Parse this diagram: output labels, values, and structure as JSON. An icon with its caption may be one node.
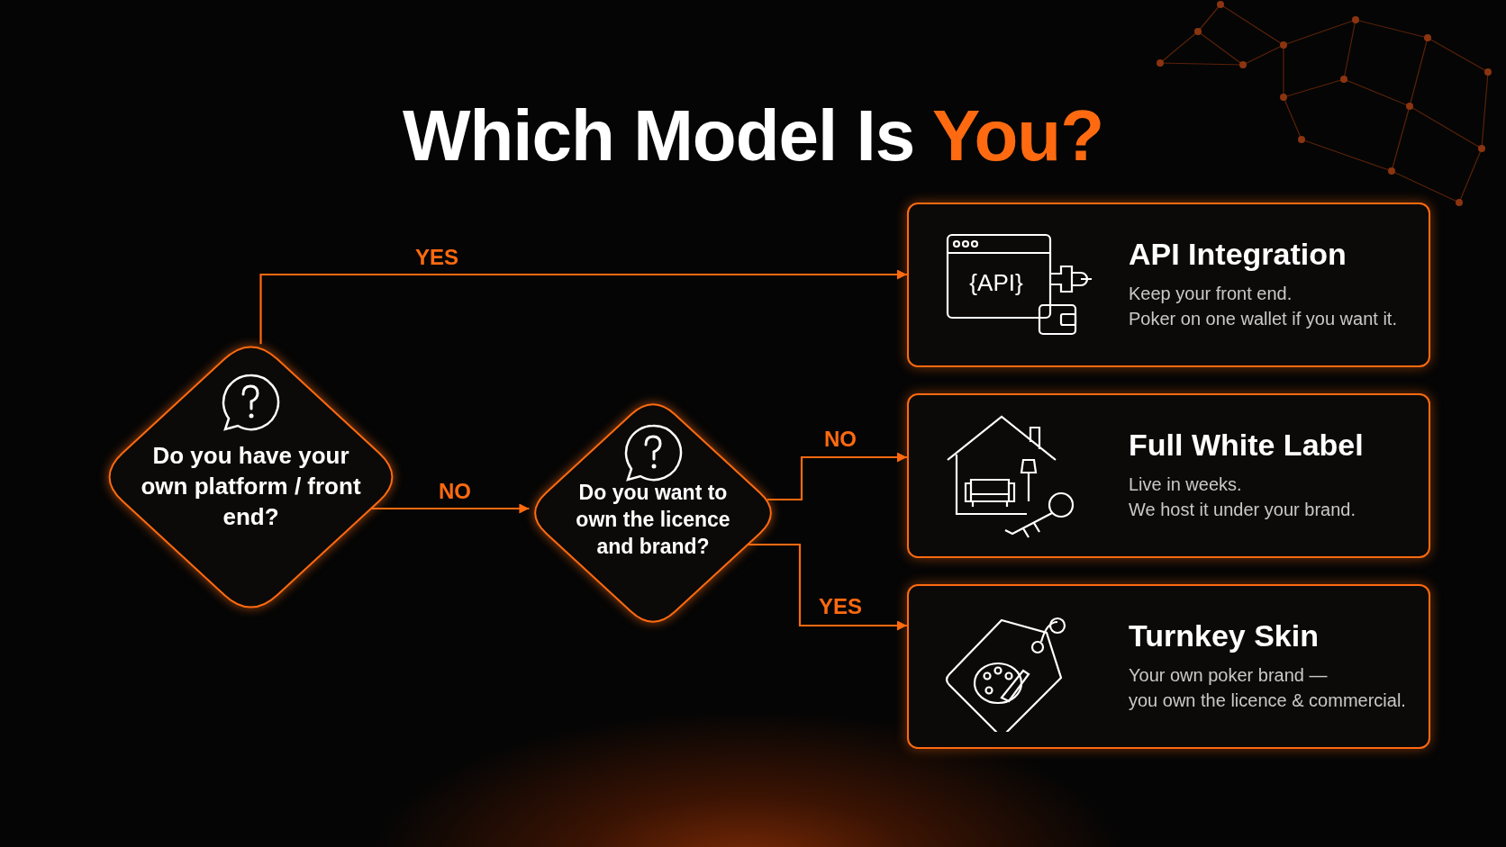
{
  "diagram": {
    "title": "Which Model Is You?",
    "nodes": [
      {
        "text": [
          "Do you have your own platform / front end?"
        ]
      },
      {
        "text": [
          "Do you want to own the licence and brand?"
        ]
      },
      {
        "text": [
          "API Integration",
          "Keep your front end.",
          "Poker on one wallet if you want it."
        ]
      },
      {
        "text": [
          "Full White Label",
          "Live in weeks.",
          "We host it under your brand."
        ]
      },
      {
        "text": [
          "Turnkey Skin",
          "Your own poker brand —",
          "you own the licence & commercial."
        ]
      }
    ],
    "edges": [
      {
        "from": 0,
        "to": 2,
        "arrow": "to",
        "label": "YES"
      },
      {
        "from": 0,
        "to": 1,
        "arrow": "to",
        "label": "NO"
      },
      {
        "from": 1,
        "to": 3,
        "arrow": "to",
        "label": "NO"
      },
      {
        "from": 1,
        "to": 4,
        "arrow": "to",
        "label": "YES"
      }
    ],
    "labels": [
      "{API}"
    ]
  }
}
